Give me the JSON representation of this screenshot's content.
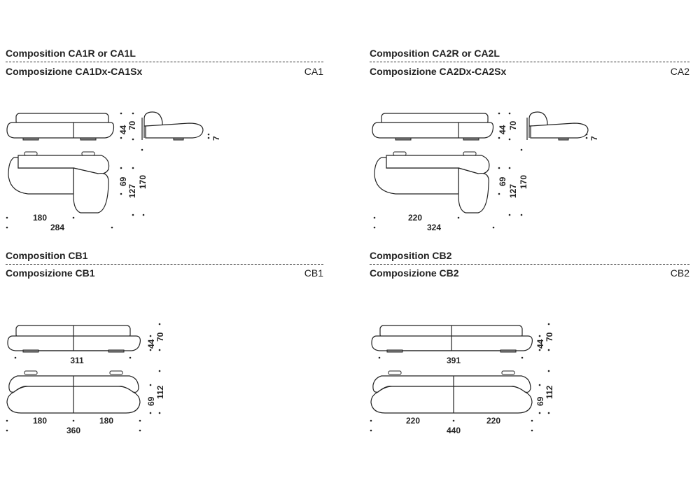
{
  "panels": [
    {
      "title_en": "Composition CA1R or CA1L",
      "title_it": "Composizione CA1Dx-CA1Sx",
      "code": "CA1",
      "dims": {
        "seat_h": "44",
        "total_h": "70",
        "foot_h": "7",
        "seat_d": "69",
        "depth": "127",
        "chaise_d": "170",
        "module_w": "180",
        "total_w": "284"
      }
    },
    {
      "title_en": "Composition CA2R or CA2L",
      "title_it": "Composizione CA2Dx-CA2Sx",
      "code": "CA2",
      "dims": {
        "seat_h": "44",
        "total_h": "70",
        "foot_h": "7",
        "seat_d": "69",
        "depth": "127",
        "chaise_d": "170",
        "module_w": "220",
        "total_w": "324"
      }
    },
    {
      "title_en": "Composition CB1",
      "title_it": "Composizione CB1",
      "code": "CB1",
      "dims": {
        "seat_h": "44",
        "total_h": "70",
        "back_w": "311",
        "seat_d": "69",
        "depth": "112",
        "module_w_left": "180",
        "module_w_right": "180",
        "total_w": "360"
      }
    },
    {
      "title_en": "Composition CB2",
      "title_it": "Composizione CB2",
      "code": "CB2",
      "dims": {
        "seat_h": "44",
        "total_h": "70",
        "back_w": "391",
        "seat_d": "69",
        "depth": "112",
        "module_w_left": "220",
        "module_w_right": "220",
        "total_w": "440"
      }
    }
  ]
}
